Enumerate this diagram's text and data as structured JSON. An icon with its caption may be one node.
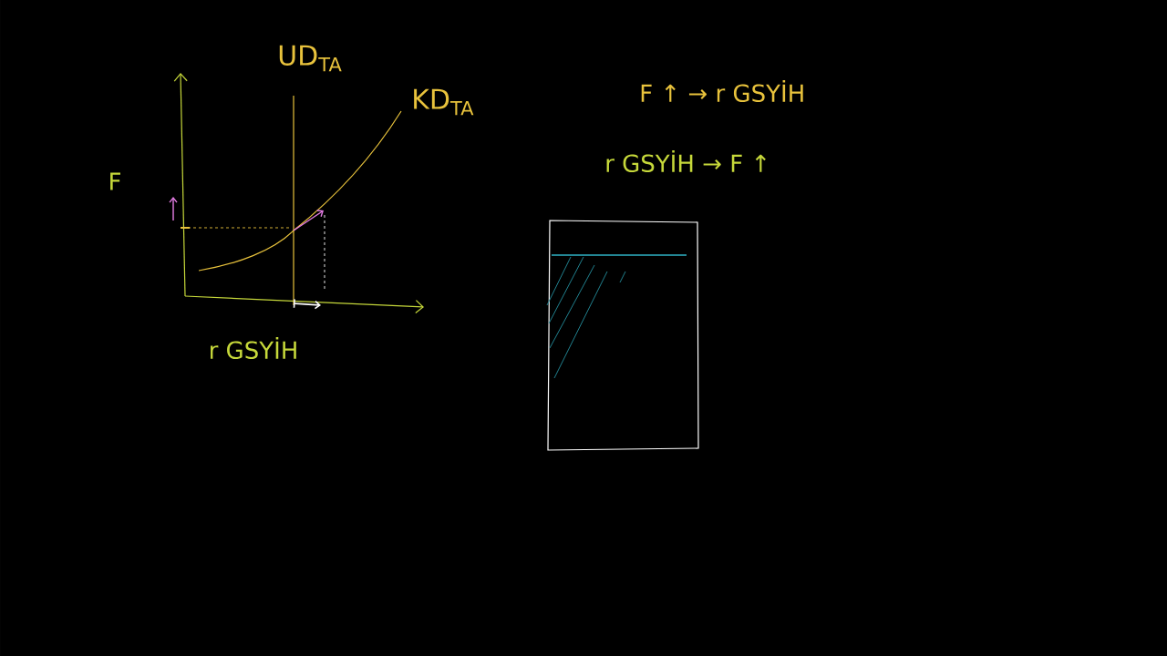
{
  "diagram": {
    "labels": [
      "UD$_{TA}$",
      "F ↑ → r GSYİH",
      "KD$_{TA}$",
      "r GSYİH → F ↑",
      "F",
      "r GSYİH"
    ]
  }
}
